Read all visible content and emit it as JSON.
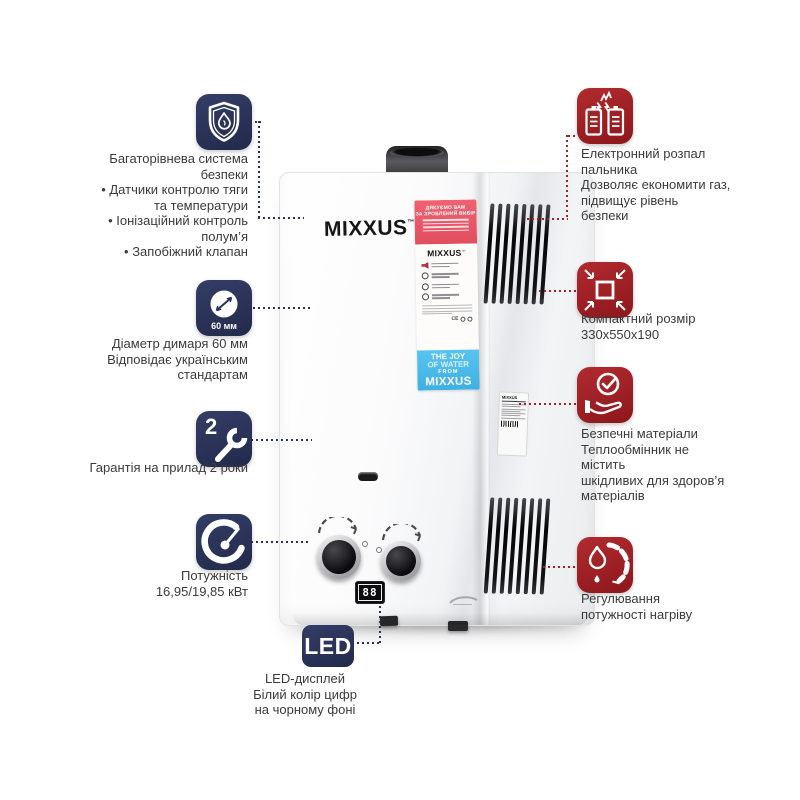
{
  "colors": {
    "navy": "#2a3156",
    "red": "#a32025",
    "text": "#3b3b3d",
    "sticker_red": "#e9556a",
    "sticker_blue": "#49b7ea"
  },
  "product": {
    "brand": "MIXXUS",
    "trademark": "™",
    "display_digits": "88",
    "sticker": {
      "header_line1": "ДЯКУЄМО ВАМ",
      "header_line2": "ЗА ЗРОБЛЕНИЙ ВИБІР",
      "brand": "MIXXUS",
      "ce_mark": "CE",
      "joy_line1": "THE JOY",
      "joy_line2": "OF WATER",
      "joy_line3": "FROM",
      "joy_line4": "MIXXUS"
    },
    "side_label_brand": "MIXXUS"
  },
  "callouts": {
    "left1": {
      "icon": "shield-flame-icon",
      "lines": [
        "Багаторівнева система",
        "безпеки",
        "• Датчики контролю тяги",
        "та температури",
        "• Іонізаційний контроль",
        "полум’я",
        "• Запобіжний клапан"
      ]
    },
    "left2": {
      "icon": "diameter-icon",
      "badge": "60 мм",
      "lines": [
        "Діаметр димаря 60 мм",
        "Відповідає українським",
        "стандартам"
      ]
    },
    "left3": {
      "icon": "warranty-wrench-icon",
      "badge": "2",
      "lines": [
        "Гарантія на прилад 2 роки"
      ]
    },
    "left4": {
      "icon": "power-gauge-icon",
      "lines": [
        "Потужність",
        "16,95/19,85 кВт"
      ]
    },
    "led": {
      "badge": "LED",
      "lines": [
        "LED-дисплей",
        "Білий колір цифр",
        "на чорному фоні"
      ]
    },
    "right1": {
      "icon": "electronic-ignition-icon",
      "lines": [
        "Електронний розпал",
        "пальника",
        "Дозволяє економити газ,",
        "підвищує рівень",
        "безпеки"
      ]
    },
    "right2": {
      "icon": "compact-size-icon",
      "lines": [
        "Компактний розмір",
        "330x550x190"
      ]
    },
    "right3": {
      "icon": "safe-materials-icon",
      "lines": [
        "Безпечні матеріали",
        "Теплообмінник не",
        "містить",
        "шкідливих для здоров’я",
        "матеріалів"
      ]
    },
    "right4": {
      "icon": "flame-regulation-icon",
      "lines": [
        "Регулювання",
        "потужності нагріву"
      ]
    }
  }
}
